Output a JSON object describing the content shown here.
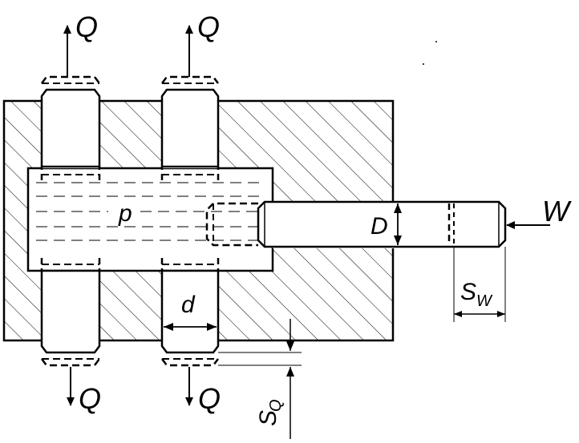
{
  "labels": {
    "force_q": "Q",
    "force_w": "W",
    "pressure": "p",
    "plunger_diameter": "D",
    "piston_diameter": "d",
    "stroke_w_main": "S",
    "stroke_w_sub": "W",
    "stroke_q_main": "S",
    "stroke_q_sub": "Q"
  },
  "colors": {
    "stroke": "#000000",
    "background": "#ffffff"
  }
}
